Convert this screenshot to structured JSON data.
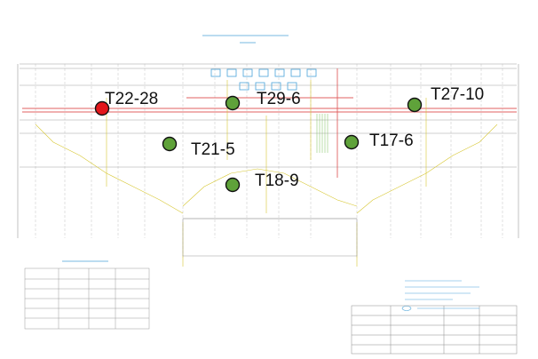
{
  "colors": {
    "alarm": "#e3161a",
    "normal": "#5fa23a",
    "marker_stroke": "#111111",
    "cad_grid": "#8a8a8a",
    "cad_pipe": "#d7c733",
    "cad_accent": "#4aa3d9",
    "cad_red": "#e06060"
  },
  "markers": [
    {
      "id": "T22-28",
      "label": "T22-28",
      "status": "alarm",
      "color_key": "alarm",
      "icon": "circle-marker-icon"
    },
    {
      "id": "T29-6",
      "label": "T29-6",
      "status": "normal",
      "color_key": "normal",
      "icon": "circle-marker-icon"
    },
    {
      "id": "T27-10",
      "label": "T27-10",
      "status": "normal",
      "color_key": "normal",
      "icon": "circle-marker-icon"
    },
    {
      "id": "T21-5",
      "label": "T21-5",
      "status": "normal",
      "color_key": "normal",
      "icon": "circle-marker-icon"
    },
    {
      "id": "T17-6",
      "label": "T17-6",
      "status": "normal",
      "color_key": "normal",
      "icon": "circle-marker-icon"
    },
    {
      "id": "T18-9",
      "label": "T18-9",
      "status": "normal",
      "color_key": "normal",
      "icon": "circle-marker-icon"
    }
  ]
}
